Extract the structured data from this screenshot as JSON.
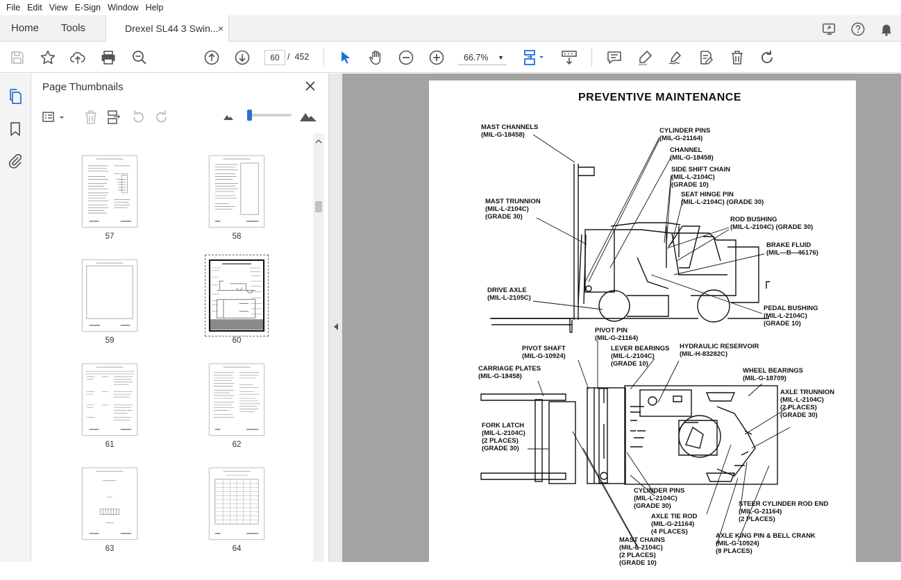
{
  "menu": [
    "File",
    "Edit",
    "View",
    "E-Sign",
    "Window",
    "Help"
  ],
  "tabs": {
    "home": "Home",
    "tools": "Tools",
    "document": "Drexel SL44 3 Swin...",
    "close": "×"
  },
  "toolbar": {
    "page_current": "60",
    "page_separator": "/",
    "page_total": "452",
    "zoom": "66.7%"
  },
  "panel": {
    "title": "Page Thumbnails"
  },
  "thumbnails": [
    "57",
    "58",
    "59",
    "60",
    "61",
    "62",
    "63",
    "64"
  ],
  "document": {
    "title": "PREVENTIVE MAINTENANCE",
    "labels": {
      "mast_channels": "MAST CHANNELS\n(MIL-G-18458)",
      "cylinder_pins_top": "CYLINDER PINS\n(MIL-G-21164)",
      "channel": "CHANNEL\n(MIL-G-18458)",
      "side_shift_chain": "SIDE SHIFT CHAIN\n(MIL-L-2104C)\n(GRADE 10)",
      "seat_hinge_pin": "SEAT HINGE PIN\n(MIL-L-2104C) (GRADE 30)",
      "mast_trunnion": "MAST TRUNNION\n(MIL-L-2104C)\n(GRADE 30)",
      "rod_bushing": "ROD BUSHING\n(MIL-L-2104C) (GRADE 30)",
      "brake_fluid": "BRAKE FLUID\n(MIL—B—46176)",
      "drive_axle": "DRIVE AXLE\n(MIL-L-2105C)",
      "pedal_bushing": "PEDAL BUSHING\n(MIL-L-2104C)\n(GRADE 10)",
      "pivot_pin": "PIVOT PIN\n(MIL-G-21164)",
      "pivot_shaft": "PIVOT SHAFT\n(MIL-G-10924)",
      "lever_bearings": "LEVER BEARINGS\n(MIL-L-2104C)\n(GRADE 10)",
      "hydraulic_reservoir": "HYDRAULIC RESERVOIR\n(MIL-H-83282C)",
      "carriage_plates": "CARRIAGE PLATES\n(MIL-G-18458)",
      "wheel_bearings": "WHEEL BEARINGS\n(MIL-G-18709)",
      "axle_trunnion": "AXLE TRUNNION\n(MIL-L-2104C)\n(2 PLACES)\n(GRADE 30)",
      "fork_latch": "FORK LATCH\n(MIL-L-2104C)\n(2 PLACES)\n(GRADE 30)",
      "cylinder_pins_bottom": "CYLINDER PINS\n(MIL-L-2104C)\n(GRADE 30)",
      "steer_cylinder_rod_end": "STEER CYLINDER ROD END\n(MIL-G-21164)\n(2 PLACES)",
      "axle_tie_rod": "AXLE TIE ROD\n(MIL-G-21164)\n(4 PLACES)",
      "mast_chains": "MAST CHAINS\n(MIL-L-2104C)\n(2 PLACES)\n(GRADE 10)",
      "axle_king_pin": "AXLE KING PIN & BELL CRANK\n(MIL-G-10924)\n(8 PLACES)"
    }
  }
}
